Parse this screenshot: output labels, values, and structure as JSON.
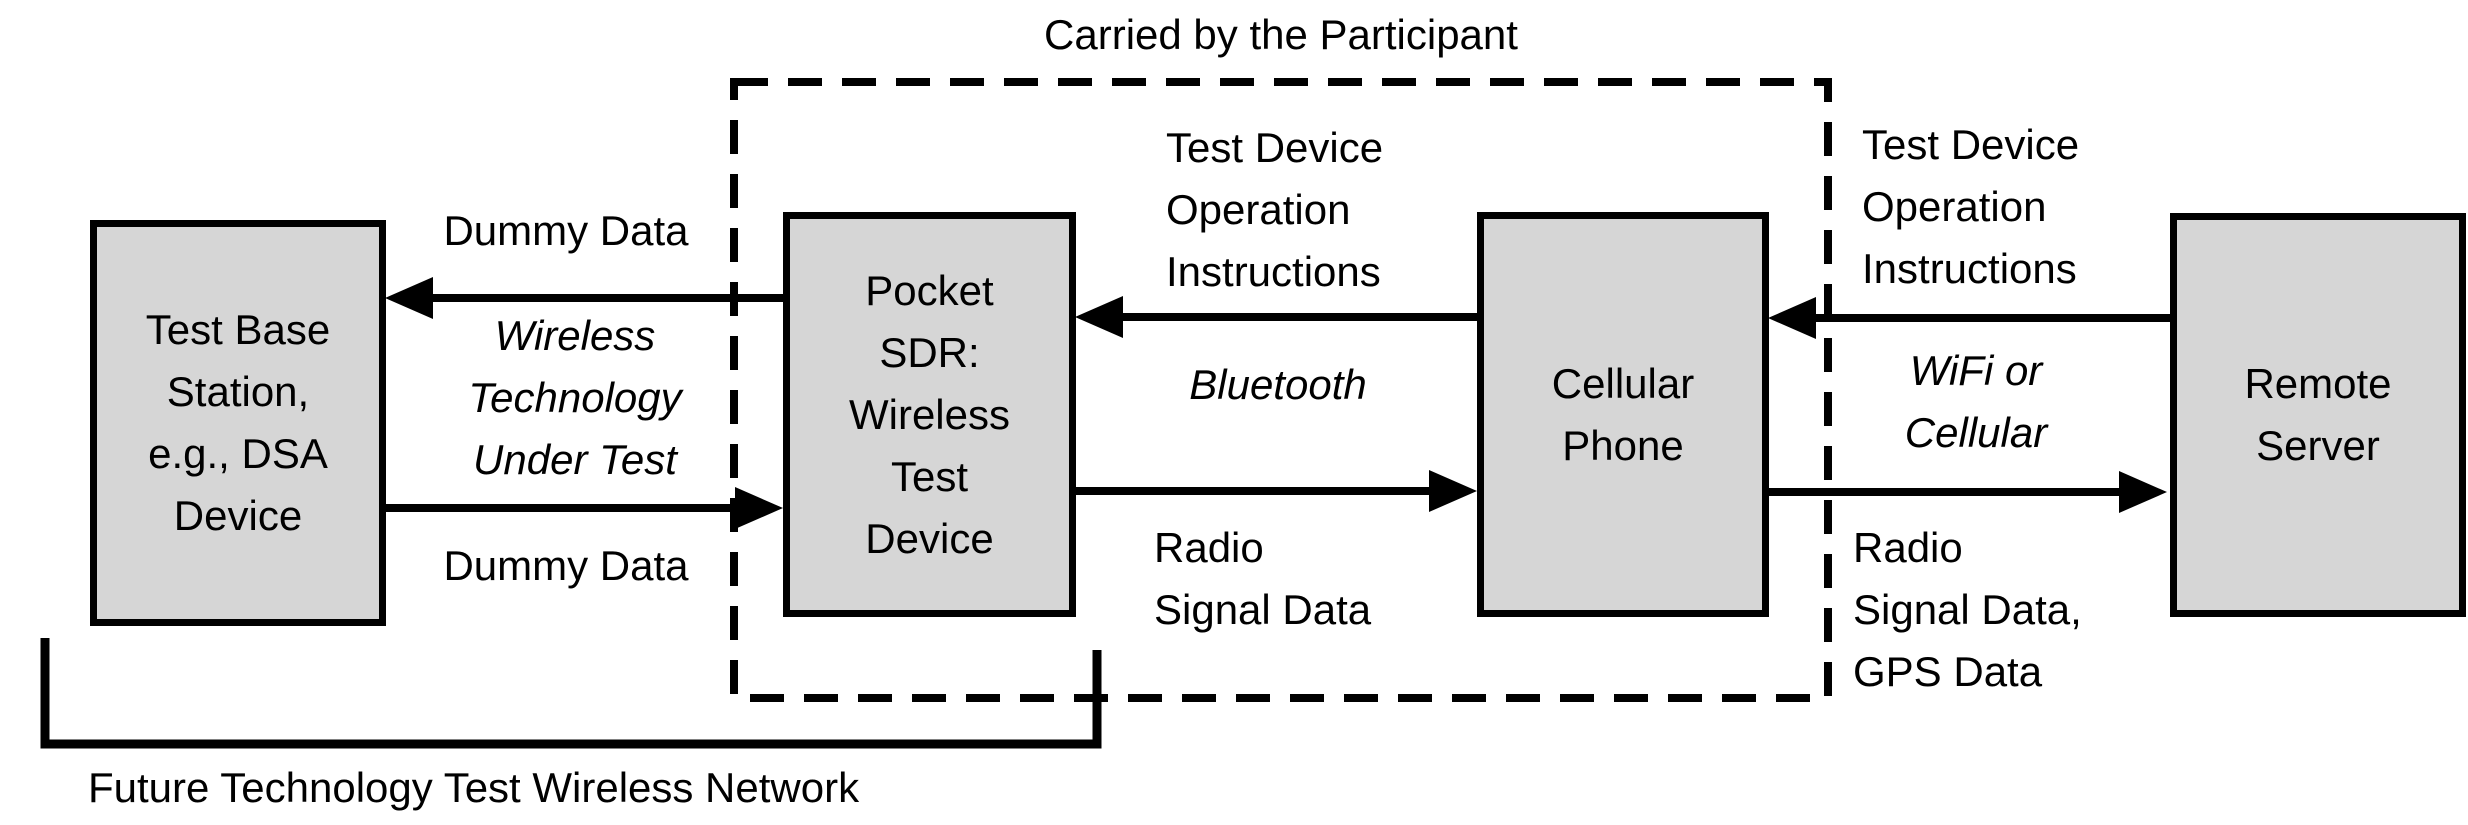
{
  "diagram": {
    "boundary_title": "Carried by the Participant",
    "bottom_caption": "Future Technology Test Wireless Network"
  },
  "boxes": {
    "test_base_station": {
      "label": "Test Base\nStation,\ne.g., DSA\nDevice"
    },
    "pocket_sdr": {
      "label": "Pocket\nSDR:\nWireless\nTest\nDevice"
    },
    "cellular_phone": {
      "label": "Cellular\nPhone"
    },
    "remote_server": {
      "label": "Remote\nServer"
    }
  },
  "labels": {
    "dummy_data_top": "Dummy Data",
    "wireless_technology_under_test": "Wireless\nTechnology\nUnder Test",
    "dummy_data_bottom": "Dummy Data",
    "test_device_ops_mid": "Test Device\nOperation\nInstructions",
    "bluetooth": "Bluetooth",
    "radio_signal_mid": "Radio\nSignal Data",
    "test_device_ops_right": "Test Device\nOperation\nInstructions",
    "wifi_or_cellular": "WiFi or\nCellular",
    "radio_signal_right": "Radio\nSignal Data,\nGPS Data"
  },
  "colors": {
    "box_fill": "#d6d6d6",
    "stroke": "#000000",
    "background": "#ffffff"
  }
}
